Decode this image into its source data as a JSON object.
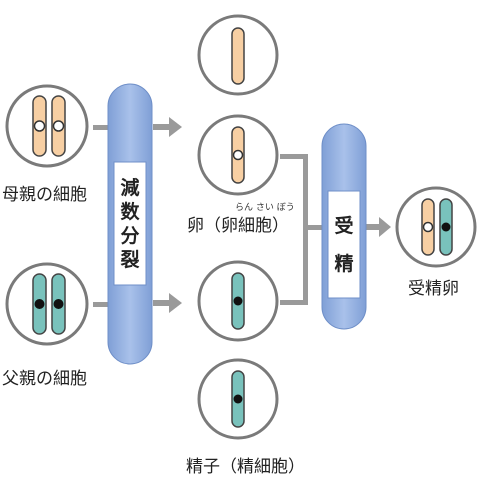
{
  "labels": {
    "mother_cell": "母親の細胞",
    "father_cell": "父親の細胞",
    "egg": "卵（卵細胞）",
    "egg_ruby": "らん さい ぼう",
    "sperm": "精子（精細胞）",
    "zygote": "受精卵"
  },
  "processes": {
    "meiosis": [
      "減",
      "数",
      "分",
      "裂"
    ],
    "fertilization": [
      "受",
      "精"
    ]
  },
  "colors": {
    "maternal_chromosome": "#F7CFA3",
    "paternal_chromosome": "#79C2BC",
    "process_bar": "#8FAEDE",
    "arrow": "#9A9A9A",
    "cell_border": "#7A7A7A"
  }
}
